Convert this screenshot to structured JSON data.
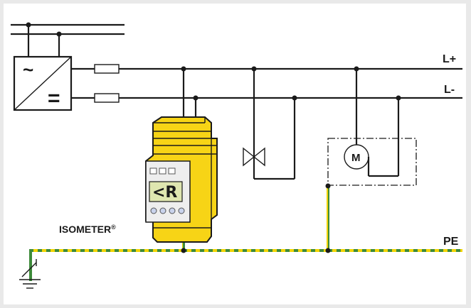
{
  "diagram": {
    "labels": {
      "l_plus": "L+",
      "l_minus": "L-",
      "pe": "PE",
      "device": "ISOMETER",
      "device_mark": "®",
      "motor": "M",
      "lcd": "<R",
      "converter_ac": "~",
      "converter_dc": "="
    },
    "colors": {
      "wire": "#1a1a1a",
      "pe_green": "#3d8a3a",
      "pe_yellow": "#f2d400",
      "device_yellow": "#f7d416",
      "device_outline": "#1a1a1a",
      "lcd": "#dfe6b0",
      "background": "#ffffff"
    }
  }
}
